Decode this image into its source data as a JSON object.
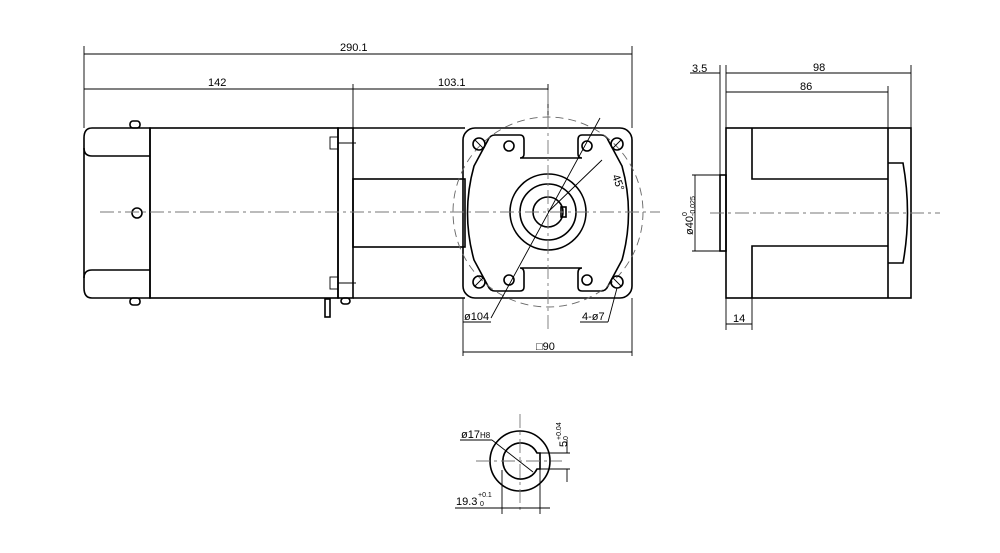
{
  "front_view": {
    "overall_length": "290.1",
    "motor_length": "142",
    "gearbox_length": "103.1",
    "pitch_circle": "ø104",
    "mount_holes": "4-ø7",
    "flange_square": "□90",
    "angle": "45°"
  },
  "side_view": {
    "spacer": "3.5",
    "total_depth": "98",
    "body_depth": "86",
    "flange_thickness": "14",
    "boss_diameter": "ø40",
    "boss_tol_upper": "0",
    "boss_tol_lower": "-0.025"
  },
  "bore_detail": {
    "bore_diameter": "ø17",
    "bore_fit": "H8",
    "key_width": "5",
    "key_tol_upper": "+0.04",
    "key_tol_lower": "0",
    "key_depth": "19.3",
    "depth_tol_upper": "+0.1",
    "depth_tol_lower": "0"
  }
}
